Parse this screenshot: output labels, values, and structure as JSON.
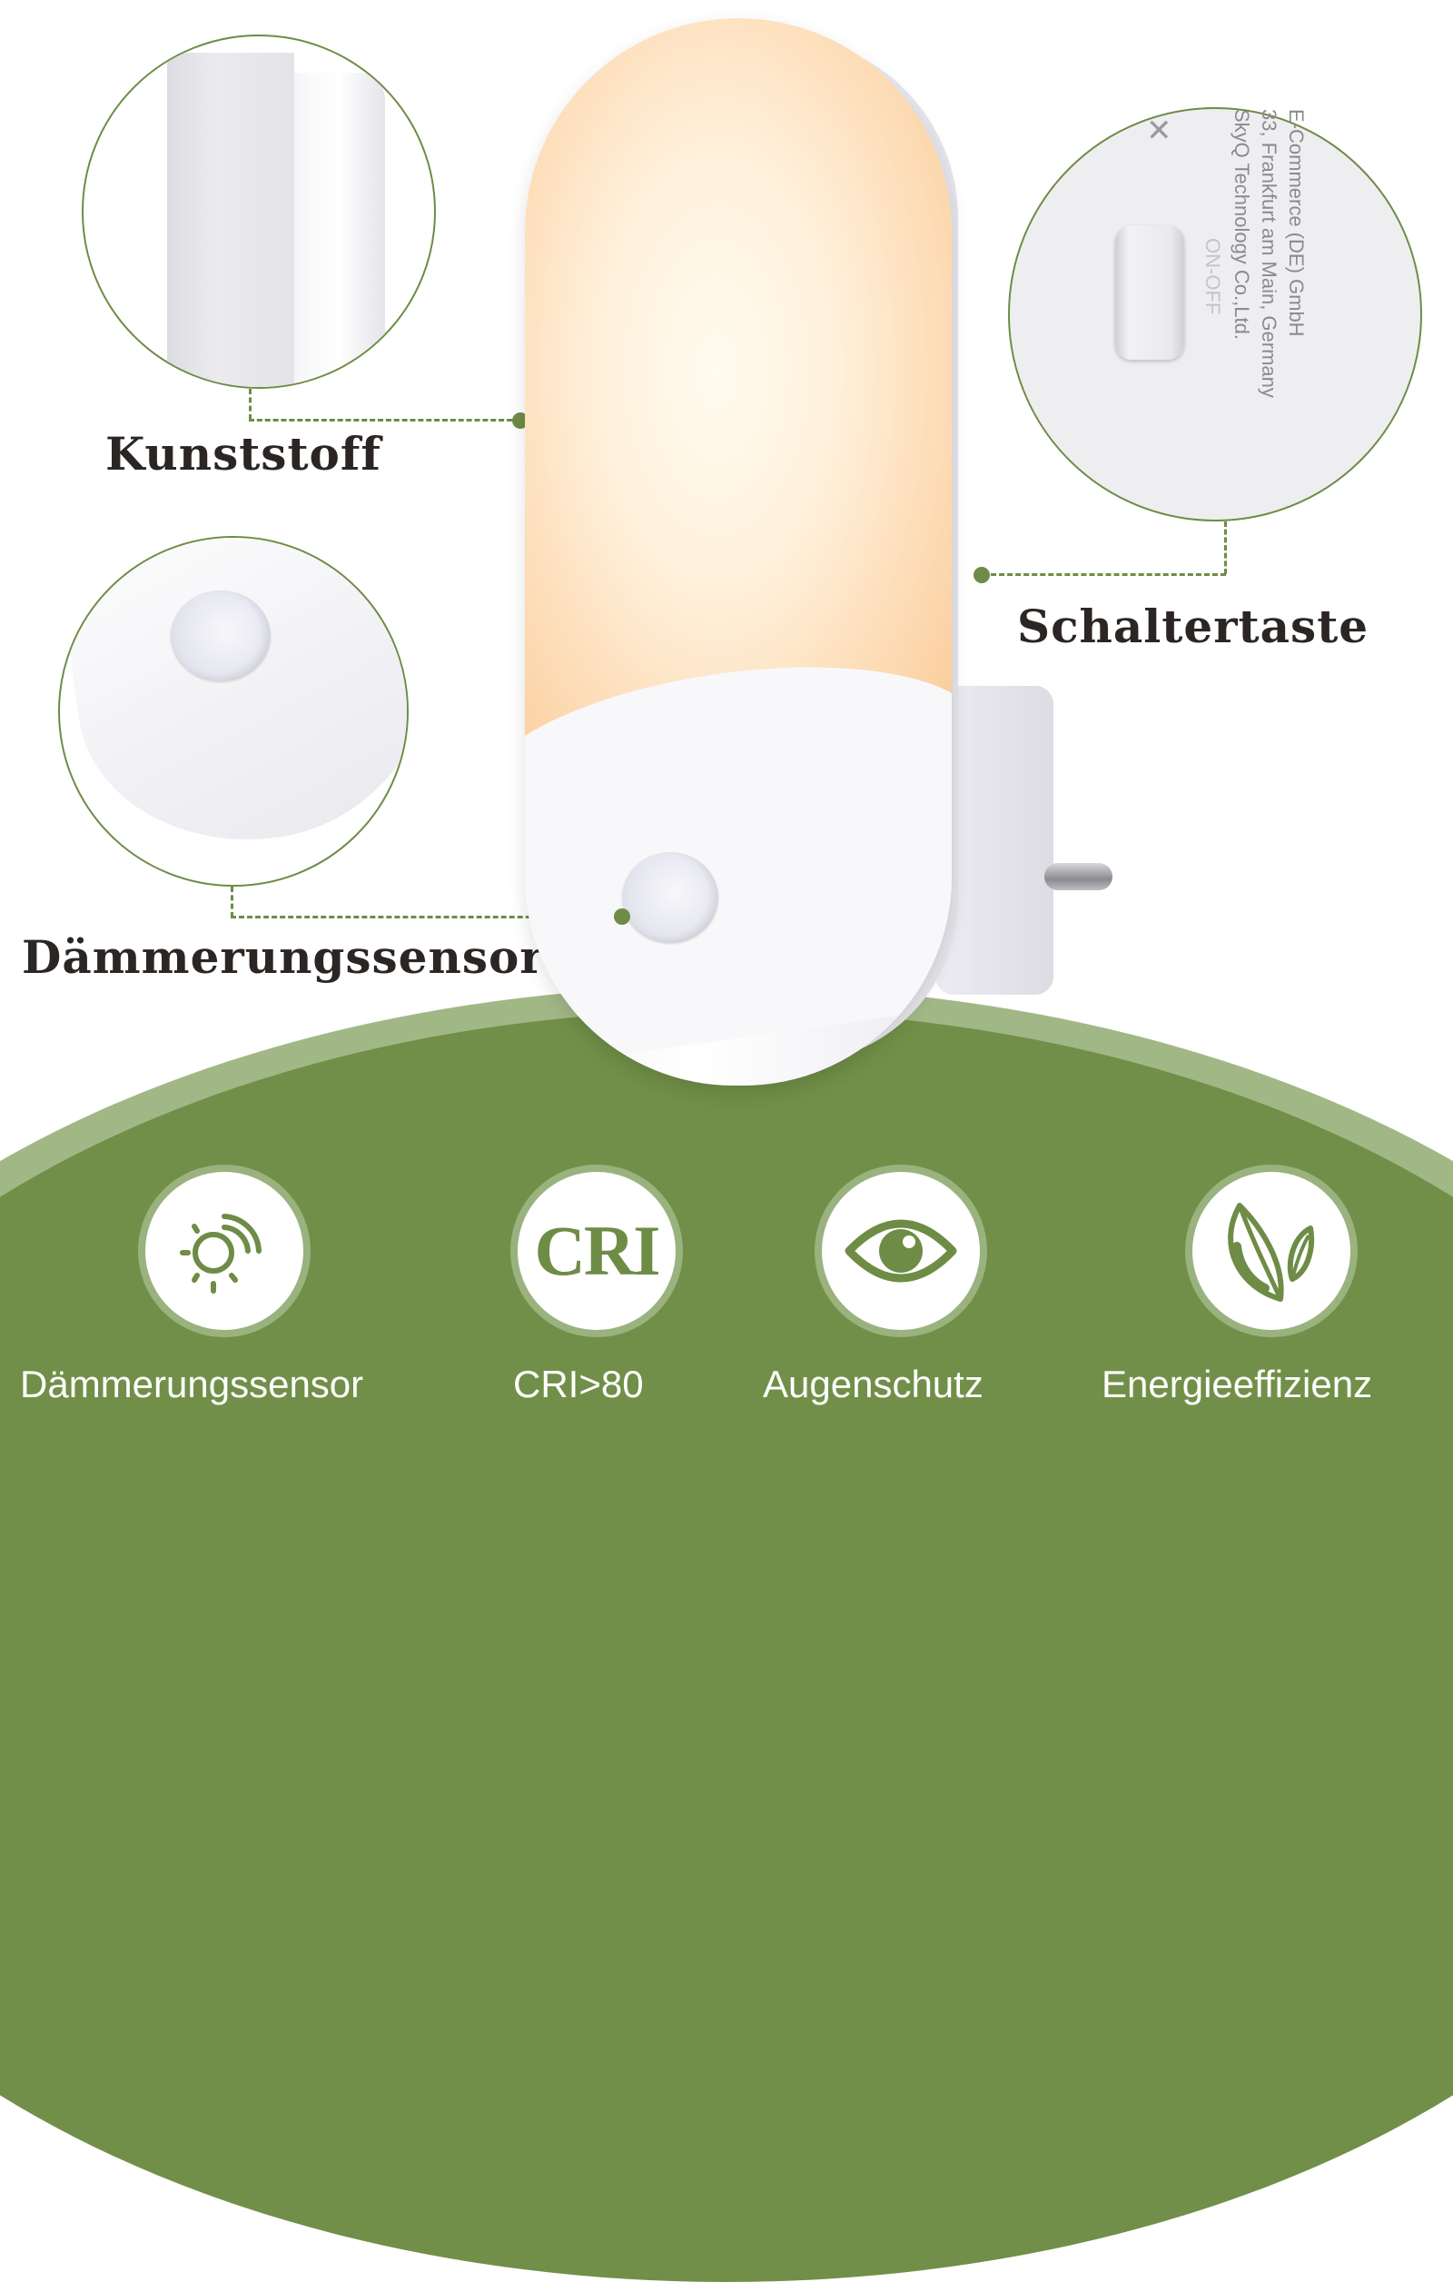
{
  "colors": {
    "accent_green": "#6e8c46",
    "dome_green": "#718f48",
    "dome_rim": "#a1b886",
    "label_dark": "#2b2624",
    "lamp_glow": "#fcd4a8",
    "white": "#ffffff"
  },
  "callouts": {
    "kunststoff": "Kunststoff",
    "schaltertaste": "Schaltertaste",
    "daemmerungssensor": "Dämmerungssensor"
  },
  "switch_detail": {
    "line1": "E-Commerce (DE) GmbH",
    "line2": "33, Frankfurt am Main, Germany",
    "line3": "SkyQ Technology Co.,Ltd.",
    "switch_label": "ON-OFF"
  },
  "features": [
    {
      "icon": "dusk-sensor-icon",
      "label": "Dämmerungssensor"
    },
    {
      "icon": "cri-icon",
      "icon_text": "CRI",
      "label": "CRI>80"
    },
    {
      "icon": "eye-icon",
      "label": "Augenschutz"
    },
    {
      "icon": "leaves-icon",
      "label": "Energieeffizienz"
    }
  ]
}
